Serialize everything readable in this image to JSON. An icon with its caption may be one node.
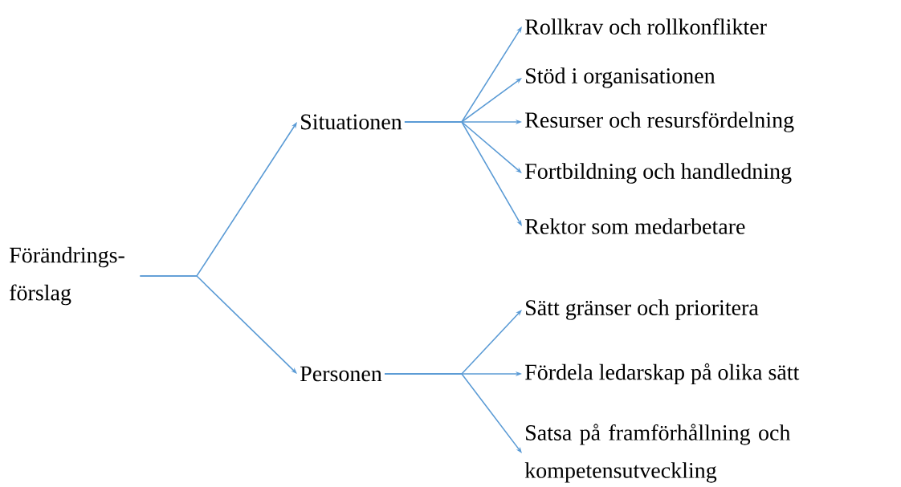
{
  "diagram": {
    "nodes": [
      {
        "text": [
          "Förändrings- förslag"
        ]
      },
      {
        "text": [
          "Situationen"
        ]
      },
      {
        "text": [
          "Personen"
        ]
      },
      {
        "text": [
          "Rollkrav och rollkonflikter"
        ]
      },
      {
        "text": [
          "Stöd i organisationen"
        ]
      },
      {
        "text": [
          "Resurser och resursfördelning"
        ]
      },
      {
        "text": [
          "Fortbildning och handledning"
        ]
      },
      {
        "text": [
          "Rektor som medarbetare"
        ]
      },
      {
        "text": [
          "Sätt gränser och prioritera"
        ]
      },
      {
        "text": [
          "Fördela ledarskap på olika sätt"
        ]
      },
      {
        "text": [
          "Satsa på framförhållning och kompetensutveckling"
        ]
      }
    ],
    "edges": [
      {
        "from": 0,
        "to": 1,
        "arrow": "to"
      },
      {
        "from": 0,
        "to": 2,
        "arrow": "to"
      },
      {
        "from": 1,
        "to": 3,
        "arrow": "to"
      },
      {
        "from": 1,
        "to": 4,
        "arrow": "to"
      },
      {
        "from": 1,
        "to": 5,
        "arrow": "to"
      },
      {
        "from": 1,
        "to": 6,
        "arrow": "to"
      },
      {
        "from": 1,
        "to": 7,
        "arrow": "to"
      },
      {
        "from": 2,
        "to": 8,
        "arrow": "to"
      },
      {
        "from": 2,
        "to": 9,
        "arrow": "to"
      },
      {
        "from": 2,
        "to": 10,
        "arrow": "to"
      }
    ]
  }
}
